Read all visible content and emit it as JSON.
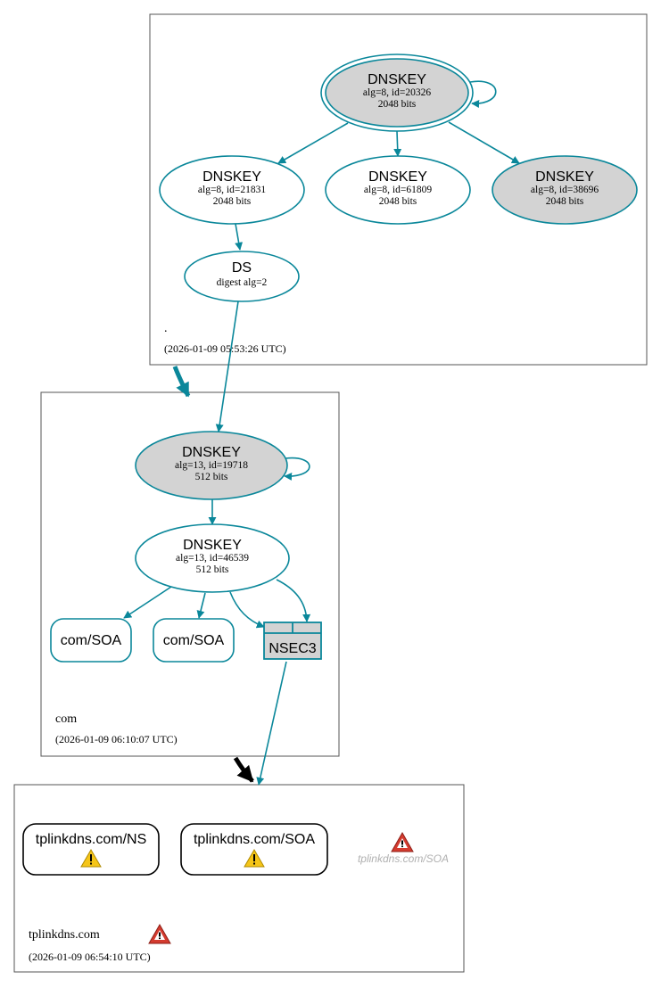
{
  "zones": {
    "root": {
      "name": ".",
      "timestamp": "(2026-01-09 05:53:26 UTC)"
    },
    "com": {
      "name": "com",
      "timestamp": "(2026-01-09 06:10:07 UTC)"
    },
    "tplinkdns": {
      "name": "tplinkdns.com",
      "timestamp": "(2026-01-09 06:54:10 UTC)"
    }
  },
  "nodes": {
    "root_ksk": {
      "type": "DNSKEY",
      "line1": "alg=8, id=20326",
      "line2": "2048 bits"
    },
    "root_zsk_1": {
      "type": "DNSKEY",
      "line1": "alg=8, id=21831",
      "line2": "2048 bits"
    },
    "root_zsk_2": {
      "type": "DNSKEY",
      "line1": "alg=8, id=61809",
      "line2": "2048 bits"
    },
    "root_zsk_3": {
      "type": "DNSKEY",
      "line1": "alg=8, id=38696",
      "line2": "2048 bits"
    },
    "com_ds": {
      "type": "DS",
      "line1": "digest alg=2"
    },
    "com_ksk": {
      "type": "DNSKEY",
      "line1": "alg=13, id=19718",
      "line2": "512 bits"
    },
    "com_zsk": {
      "type": "DNSKEY",
      "line1": "alg=13, id=46539",
      "line2": "512 bits"
    },
    "com_soa_1": {
      "label": "com/SOA"
    },
    "com_soa_2": {
      "label": "com/SOA"
    },
    "com_nsec3": {
      "label": "NSEC3"
    },
    "tp_ns": {
      "label": "tplinkdns.com/NS"
    },
    "tp_soa": {
      "label": "tplinkdns.com/SOA"
    },
    "tp_soa_ghost": {
      "label": "tplinkdns.com/SOA"
    }
  },
  "colors": {
    "edge": "#0a879a",
    "filled_node": "#d3d3d3",
    "warning": "#f5c518",
    "error": "#d43b2f"
  }
}
